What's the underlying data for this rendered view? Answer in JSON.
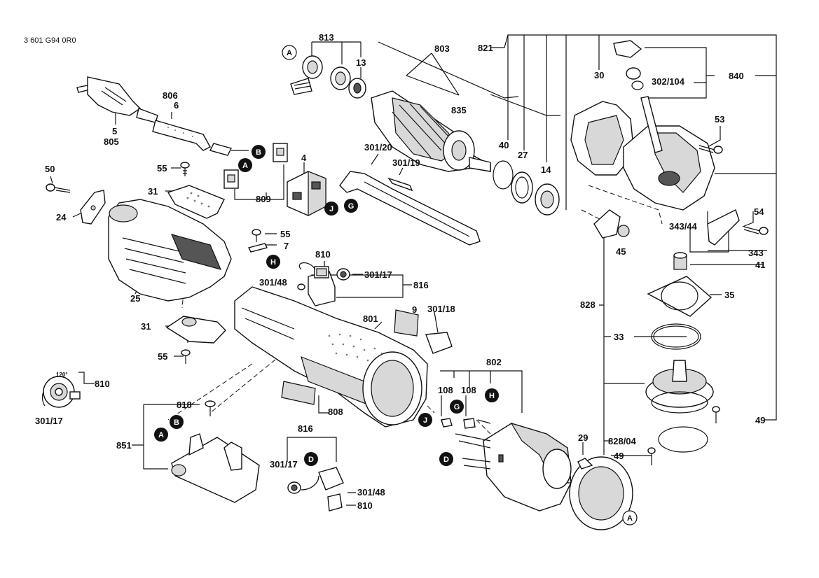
{
  "doc_number": "3 601 G94 0R0",
  "labels": {
    "l813": "813",
    "l803": "803",
    "l821": "821",
    "l840": "840",
    "l13": "13",
    "l835": "835",
    "l30": "30",
    "l302": "302/104",
    "l806": "806",
    "l6": "6",
    "l5": "5",
    "l805": "805",
    "l4": "4",
    "l30120": "301/20",
    "l30119": "301/19",
    "l40": "40",
    "l27": "27",
    "l14": "14",
    "l53": "53",
    "l50": "50",
    "l55a": "55",
    "l31a": "31",
    "l809": "809",
    "l24": "24",
    "l25": "25",
    "l55b": "55",
    "l7": "7",
    "l810a": "810",
    "l30117a": "301/17",
    "l30148a": "301/48",
    "l816a": "816",
    "l54": "54",
    "l34344": "343/44",
    "l45": "45",
    "l343": "343",
    "l41": "41",
    "l828": "828",
    "l35": "35",
    "l33": "33",
    "l9": "9",
    "l30118": "301/18",
    "l801": "801",
    "l31b": "31",
    "l55c": "55",
    "l810b": "810",
    "l30117b": "301/17",
    "l802": "802",
    "l108a": "108",
    "l108b": "108",
    "l818": "818",
    "l808": "808",
    "l851": "851",
    "l816b": "816",
    "l30117c": "301/17",
    "l30148b": "301/48",
    "l810c": "810",
    "l29": "29",
    "l82804": "828/04",
    "l49a": "49",
    "l49b": "49",
    "angle": "120°"
  },
  "callouts": {
    "A": "A",
    "B": "B",
    "D": "D",
    "G": "G",
    "H": "H",
    "J": "J"
  }
}
